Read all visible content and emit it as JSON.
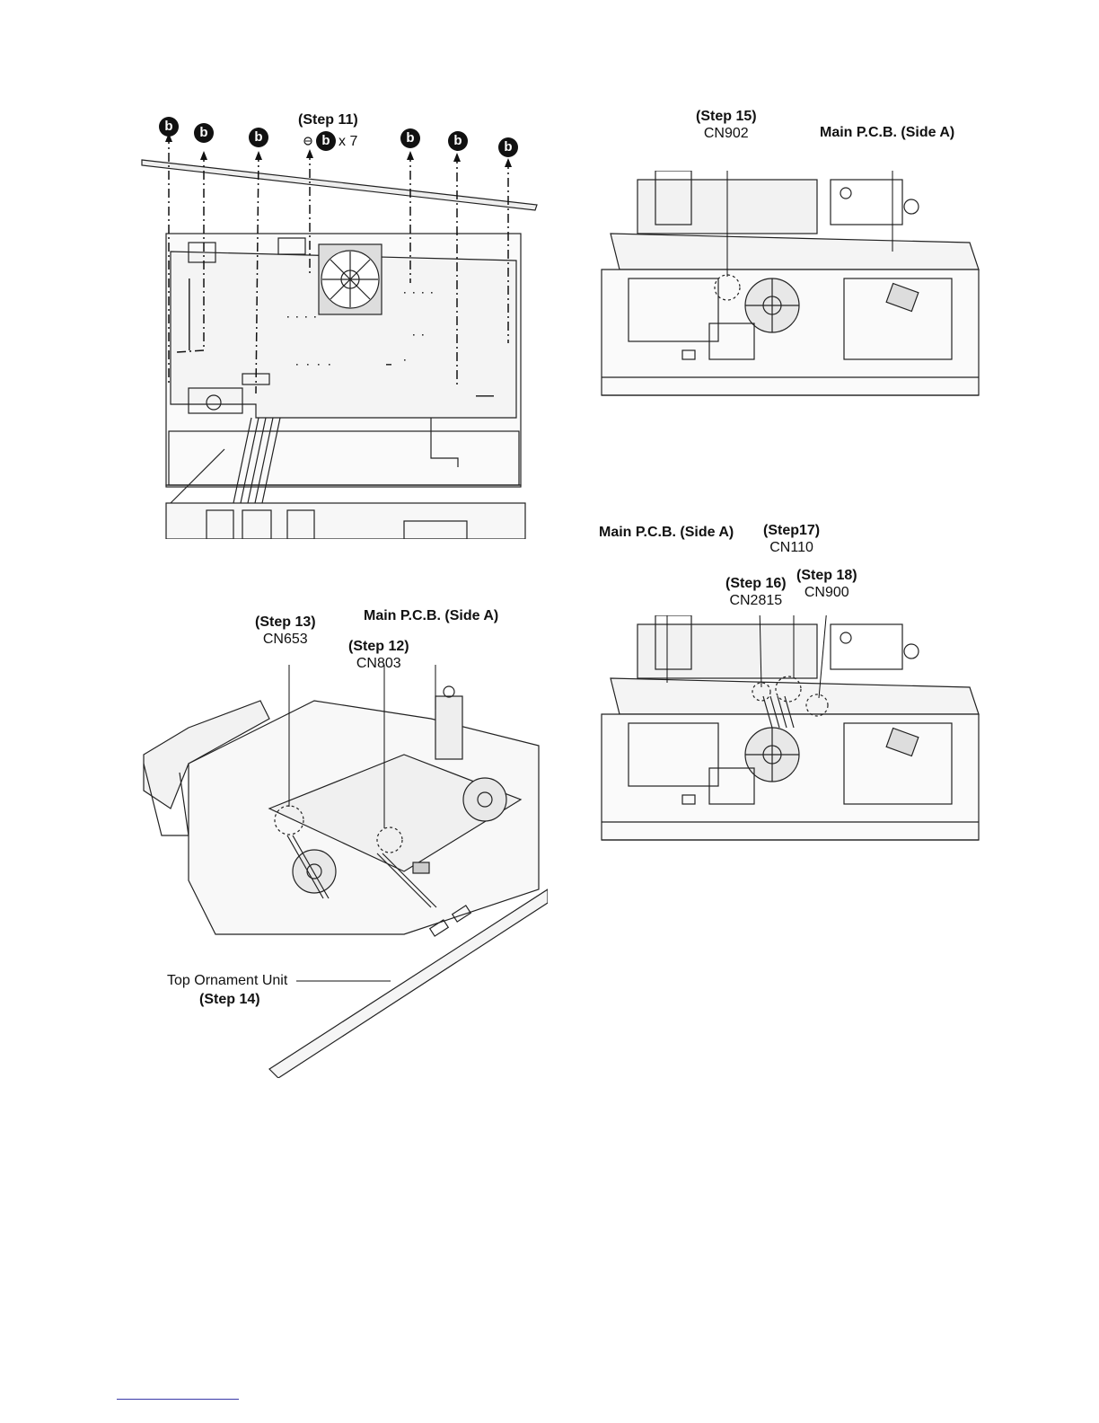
{
  "fig1": {
    "step": "(Step 11)",
    "screw_symbol": "b",
    "screw_count": "x 7"
  },
  "fig2": {
    "step13": "(Step 13)",
    "cn653": "CN653",
    "step12": "(Step 12)",
    "cn803": "CN803",
    "main_pcb": "Main P.C.B. (Side A)",
    "top_ornament": "Top Ornament Unit",
    "step14": "(Step 14)"
  },
  "fig3": {
    "step15": "(Step 15)",
    "cn902": "CN902",
    "main_pcb": "Main P.C.B. (Side A)"
  },
  "fig4": {
    "main_pcb": "Main P.C.B. (Side A)",
    "step17": "(Step17)",
    "cn110": "CN110",
    "step16": "(Step 16)",
    "cn2815": "CN2815",
    "step18": "(Step 18)",
    "cn900": "CN900"
  }
}
